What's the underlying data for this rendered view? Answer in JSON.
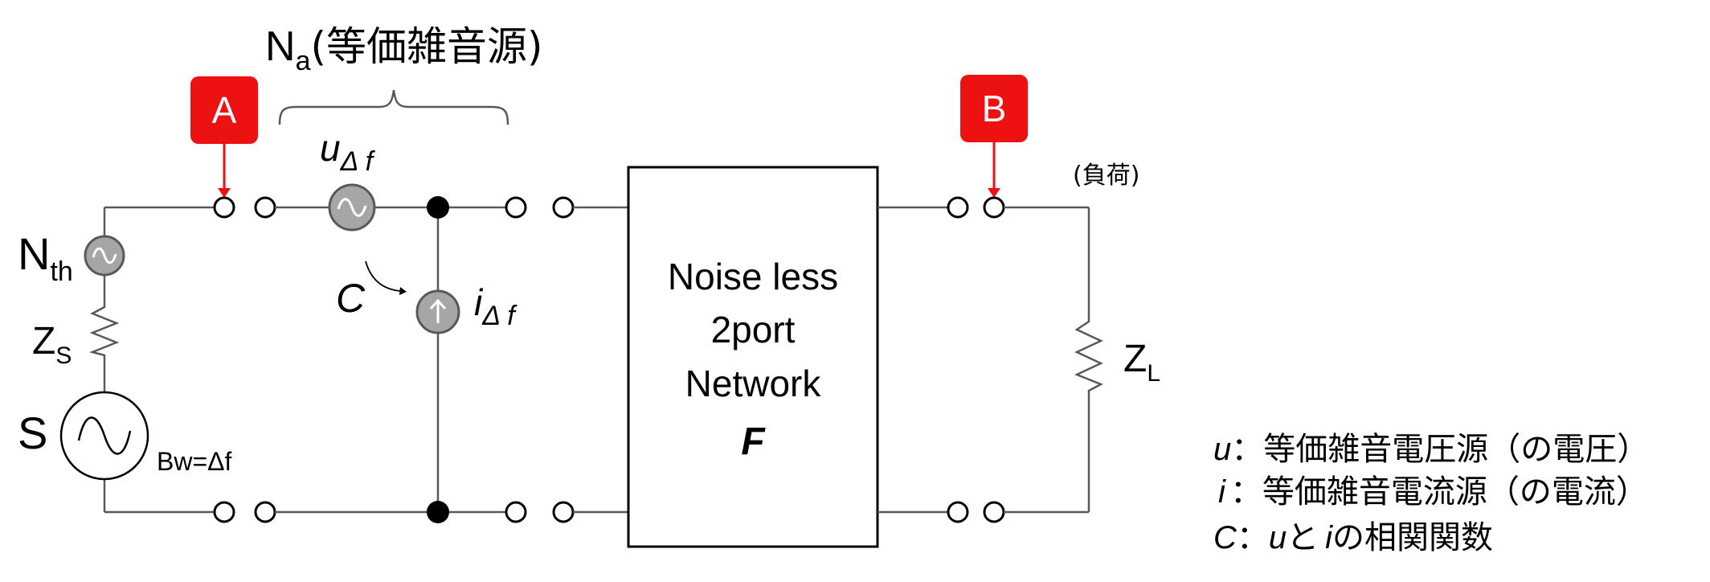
{
  "title": {
    "main": "N",
    "sub": "a",
    "rest": "(等価雑音源)"
  },
  "markers": {
    "a": {
      "label": "A",
      "color": "#ee1111"
    },
    "b": {
      "label": "B",
      "color": "#ee1111"
    }
  },
  "load_note": "(負荷)",
  "sources": {
    "nth": {
      "main": "N",
      "sub": "th"
    },
    "zs": {
      "main": "Z",
      "sub": "S"
    },
    "s": {
      "label": "S"
    },
    "bw": "Bw=Δf",
    "u": {
      "main": "u",
      "sub": "Δ f"
    },
    "i": {
      "main": "i",
      "sub": "Δ f"
    },
    "c": "C",
    "zl": {
      "main": "Z",
      "sub": "L"
    }
  },
  "network": {
    "line1": "Noise less",
    "line2": "2port",
    "line3": "Network",
    "symbol": "F"
  },
  "legend": [
    {
      "sym": "u",
      "text": "等価雑音電圧源（の電圧）"
    },
    {
      "sym": "i",
      "text": "等価雑音電流源（の電流）"
    },
    {
      "sym": "C",
      "mid1": "u",
      "mid2": "と",
      "mid3": "i",
      "text": "の相関関数"
    }
  ],
  "colors": {
    "marker": "#ee1111",
    "source_fill": "#a6a6a6",
    "wire": "#595959"
  }
}
